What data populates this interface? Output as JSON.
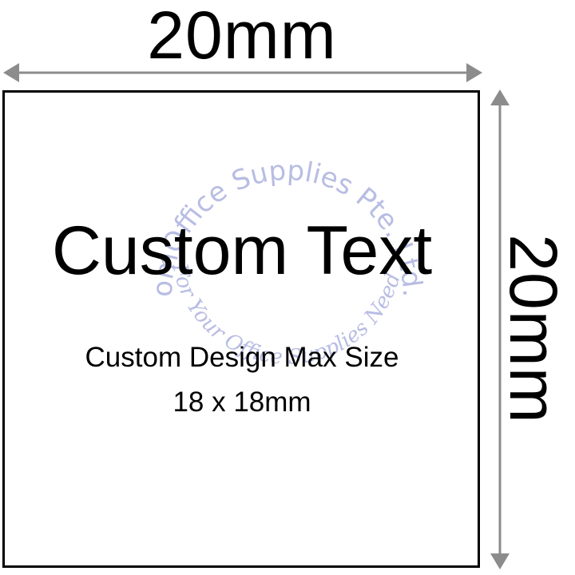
{
  "dimensions": {
    "width_label": "20mm",
    "height_label": "20mm"
  },
  "stamp": {
    "title": "Custom Text",
    "subtitle_line1": "Custom Design Max Size",
    "subtitle_line2": "18 x 18mm"
  },
  "watermark": {
    "top_arc": "omOffice Supplies Pte. Ltd.",
    "bottom_arc": "~ For Your Office Supplies Needs ~"
  },
  "colors": {
    "arrow": "#8c8c8c",
    "watermark": "#b8bde3",
    "border": "#000000"
  }
}
